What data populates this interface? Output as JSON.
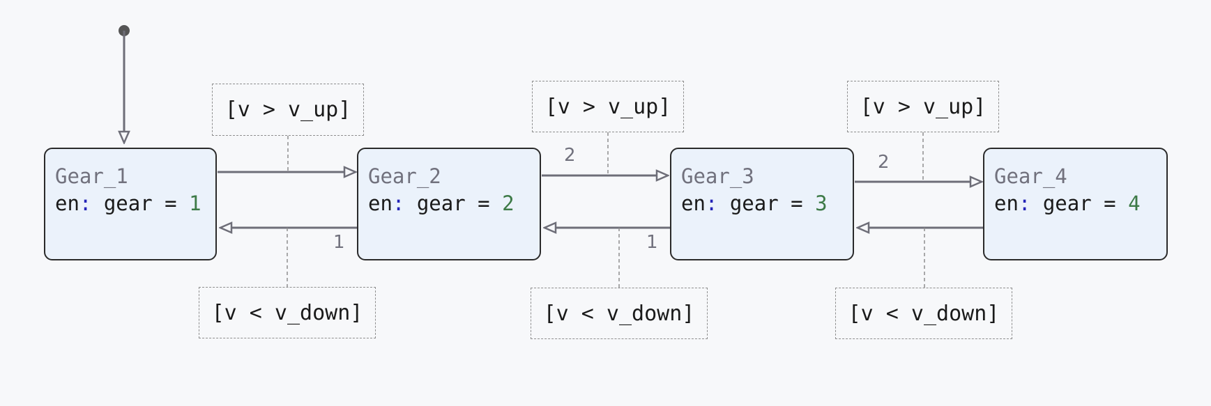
{
  "states": [
    {
      "name": "Gear_1",
      "action_prefix": "en",
      "action_colon": ":",
      "action_var": " gear = ",
      "action_value": "1"
    },
    {
      "name": "Gear_2",
      "action_prefix": "en",
      "action_colon": ":",
      "action_var": " gear = ",
      "action_value": "2"
    },
    {
      "name": "Gear_3",
      "action_prefix": "en",
      "action_colon": ":",
      "action_var": " gear = ",
      "action_value": "3"
    },
    {
      "name": "Gear_4",
      "action_prefix": "en",
      "action_colon": ":",
      "action_var": " gear = ",
      "action_value": "4"
    }
  ],
  "guards": {
    "up": [
      "[v > v_up]",
      "[v > v_up]",
      "[v > v_up]"
    ],
    "down": [
      "[v < v_down]",
      "[v < v_down]",
      "[v < v_down]"
    ]
  },
  "priorities": {
    "up": [
      "",
      "2",
      "2"
    ],
    "down": [
      "1",
      "1",
      ""
    ]
  },
  "colors": {
    "background": "#f7f8fa",
    "state_fill": "#ebf2fb",
    "state_border": "#2a2a2a",
    "edge": "#6e6e78",
    "state_name": "#71717d",
    "colon": "#2424b8",
    "number": "#3d7a47"
  }
}
